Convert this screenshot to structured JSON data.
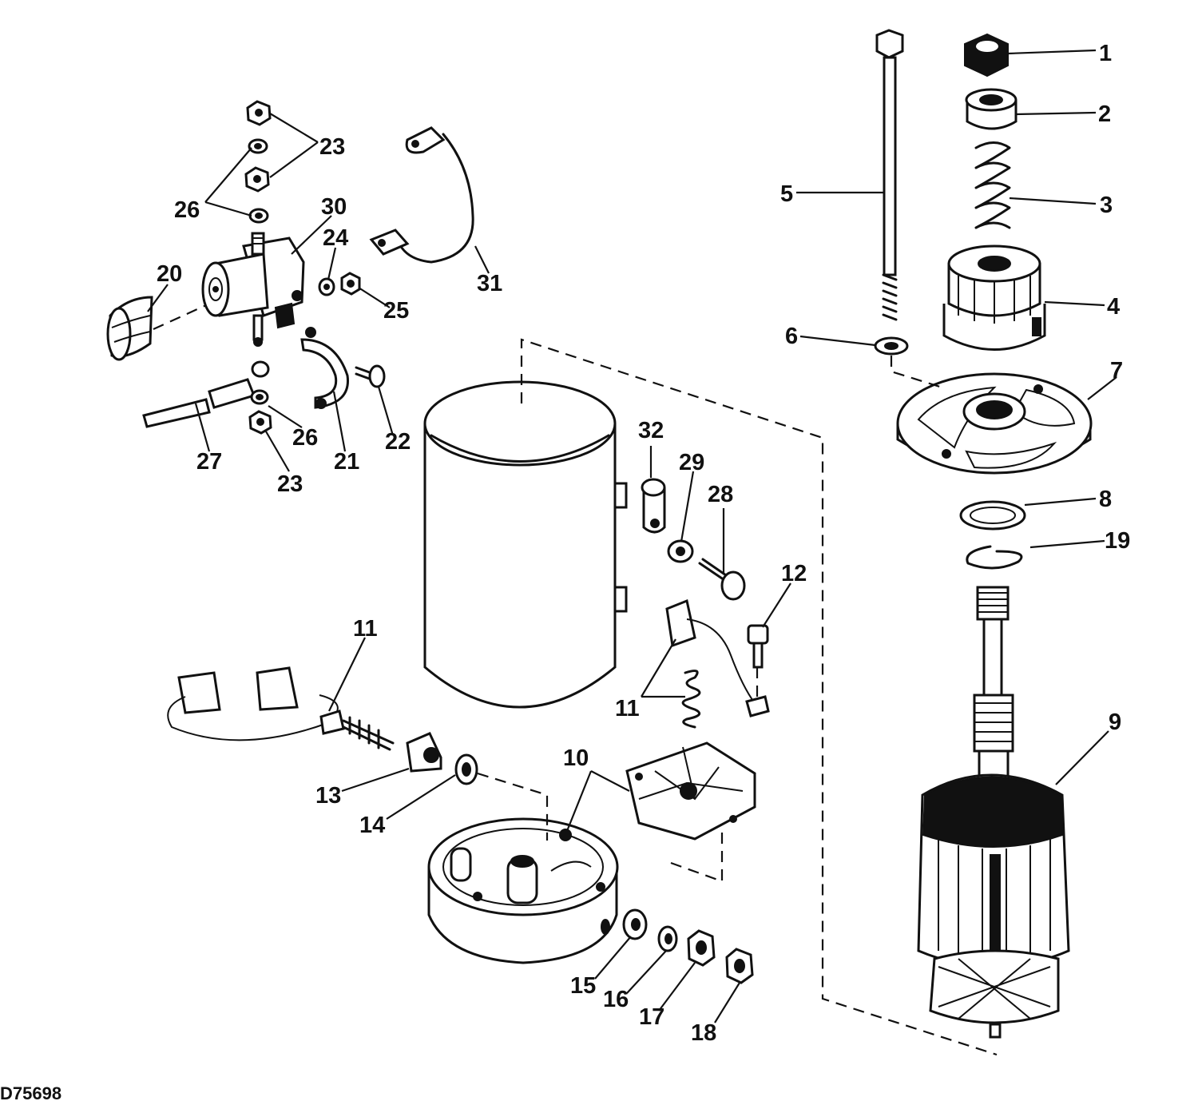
{
  "callouts": [
    "1",
    "2",
    "3",
    "4",
    "5",
    "6",
    "7",
    "8",
    "9",
    "10",
    "11",
    "12",
    "13",
    "14",
    "15",
    "16",
    "17",
    "18",
    "19",
    "20",
    "21",
    "22",
    "23",
    "24",
    "25",
    "26",
    "27",
    "28",
    "29",
    "30",
    "31",
    "32"
  ],
  "repeat_labels": {
    "c11b": "11",
    "c23b": "23",
    "c26b": "26"
  },
  "drawing_code": "D75698"
}
